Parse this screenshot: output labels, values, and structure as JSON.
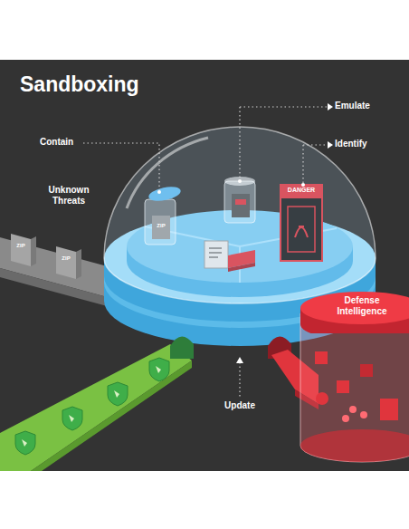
{
  "diagram": {
    "title": "Sandboxing",
    "nodes": [
      {
        "text": [
          "Defense Intelligence"
        ]
      }
    ],
    "labels": [
      "Contain",
      "Emulate",
      "Identify",
      "Unknown Threats",
      "Update",
      "ZIP",
      "ZIP",
      "ZIP",
      "DANGER"
    ]
  }
}
